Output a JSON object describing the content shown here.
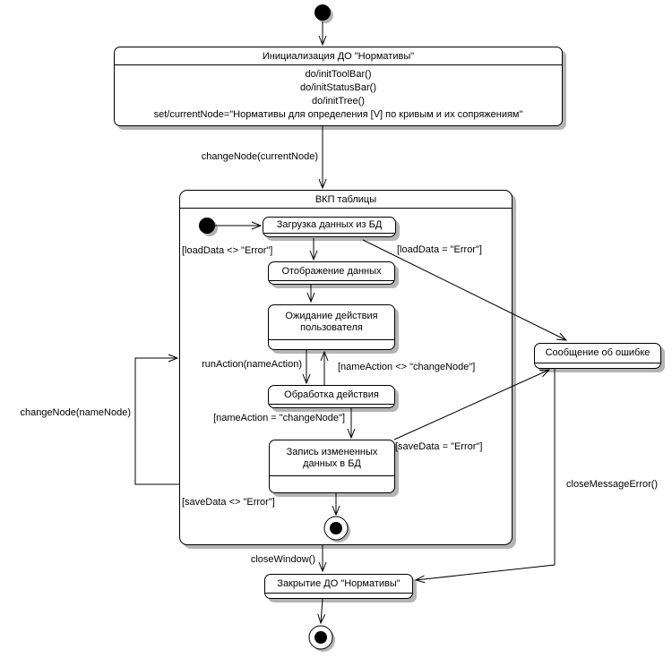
{
  "diagram": {
    "kind": "uml-state-diagram",
    "background": "#ffffff",
    "line_color": "#000000",
    "shadow_color": "#b4b4b4"
  },
  "states": {
    "init": {
      "title": "Инициализация ДО \"Нормативы\"",
      "actions": [
        "do/initToolBar()",
        "do/initStatusBar()",
        "do/initTree()",
        "set/currentNode=\"Нормативы для определения [V] по кривым и их сопряжениям\""
      ]
    },
    "vkp": {
      "title": "ВКП таблицы"
    },
    "load": {
      "title": "Загрузка данных из БД"
    },
    "display": {
      "title": "Отображение данных"
    },
    "wait": {
      "title": "Ожидание действия пользователя"
    },
    "process": {
      "title": "Обработка действия"
    },
    "save": {
      "title": "Запись измененных данных в БД"
    },
    "error": {
      "title": "Сообщение об ошибке"
    },
    "close": {
      "title": "Закрытие ДО \"Нормативы\""
    }
  },
  "transitions": {
    "change_node_current": "changeNode(currentNode)",
    "load_ok": "[loadData <> \"Error\"]",
    "load_err": "[loadData = \"Error\"]",
    "run_action": "runAction(nameAction)",
    "name_action_neq": "[nameAction <> \"changeNode\"]",
    "name_action_eq": "[nameAction = \"changeNode\"]",
    "save_err": "[saveData = \"Error\"]",
    "save_ok": "[saveData <> \"Error\"]",
    "change_node_name": "changeNode(nameNode)",
    "close_window": "closeWindow()",
    "close_message_error": "closeMessageError()"
  }
}
